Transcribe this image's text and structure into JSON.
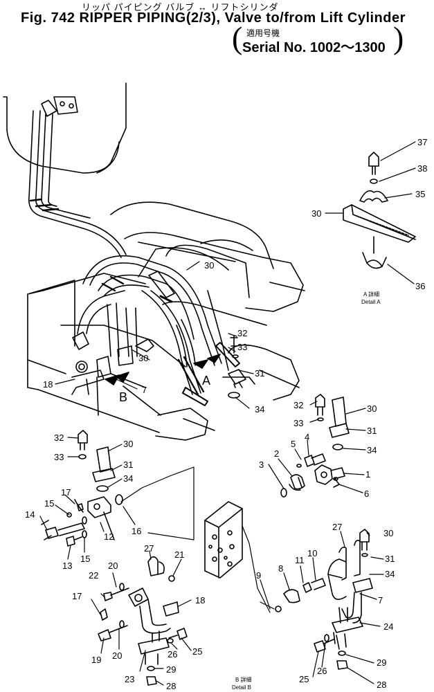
{
  "header": {
    "title_jp": "リッパ パイピング バルブ ↔ リフトシリンダ",
    "title": "Fig. 742 RIPPER PIPING(2/3), Valve to/from Lift Cylinder",
    "serial_jp": "適用号機",
    "serial": "Serial No. 1002～1300"
  },
  "labels": {
    "detail_a_jp": "A 詳細",
    "detail_a": "Detail A",
    "detail_b_jp": "B 詳細",
    "detail_b": "Detail B",
    "arrow_a": "A",
    "arrow_b": "B"
  },
  "callouts": {
    "c37": "37",
    "c38": "38",
    "c35": "35",
    "c30": "30",
    "c36": "36",
    "c32": "32",
    "c33": "33",
    "c31": "31",
    "c34": "34",
    "c18": "18",
    "c7": "7",
    "c1": "1",
    "c2": "2",
    "c3": "3",
    "c4": "4",
    "c5": "5",
    "c6": "6",
    "c8": "8",
    "c9": "9",
    "c10": "10",
    "c11": "11",
    "c12": "12",
    "c13": "13",
    "c14": "14",
    "c15": "15",
    "c16": "16",
    "c17": "17",
    "c19": "19",
    "c20": "20",
    "c21": "21",
    "c22": "22",
    "c23": "23",
    "c24": "24",
    "c25": "25",
    "c26": "26",
    "c27": "27",
    "c28": "28",
    "c29": "29"
  }
}
